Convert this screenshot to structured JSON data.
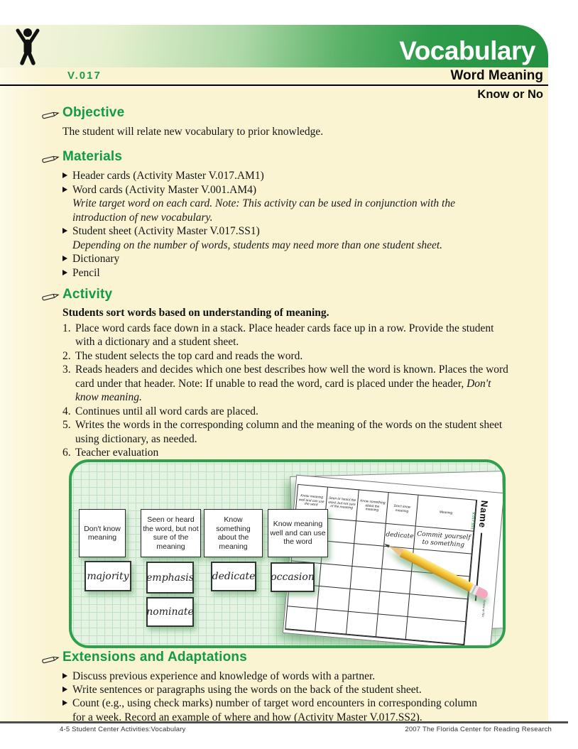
{
  "banner": {
    "title": "Vocabulary"
  },
  "header": {
    "code": "V.017",
    "category": "Word Meaning",
    "activity": "Know or No"
  },
  "sections": {
    "objective": {
      "title": "Objective",
      "body": "The student will relate new vocabulary to prior knowledge."
    },
    "materials": {
      "title": "Materials",
      "items": [
        {
          "text": "Header cards (Activity Master V.017.AM1)"
        },
        {
          "text": "Word cards (Activity Master V.001.AM4)",
          "note": "Write target word on each card. Note: This activity can be used in conjunction with the introduction of new vocabulary."
        },
        {
          "text": "Student sheet (Activity Master V.017.SS1)",
          "note": "Depending on the number of words, students may need more than one student sheet."
        },
        {
          "text": "Dictionary"
        },
        {
          "text": "Pencil"
        }
      ]
    },
    "activity": {
      "title": "Activity",
      "intro": "Students sort words based on understanding of meaning.",
      "steps": [
        {
          "num": "1.",
          "text": "Place word cards face down in a stack. Place header cards face up in a row. Provide the student with a dictionary and a student sheet."
        },
        {
          "num": "2.",
          "text": "The student selects the top card and reads the word."
        },
        {
          "num": "3.",
          "text": "Reads headers and decides which one best describes how well the word is known. Places the word card under that header. Note: If unable to read the word, card is placed under the header, ",
          "em": "Don't know meaning."
        },
        {
          "num": "4.",
          "text": "Continues until all word cards are placed."
        },
        {
          "num": "5.",
          "text": "Writes the words in the corresponding column and the meaning of the words on the student sheet using dictionary, as needed."
        },
        {
          "num": "6.",
          "text": "Teacher evaluation"
        }
      ]
    },
    "extensions": {
      "title": "Extensions and Adaptations",
      "items": [
        {
          "text": "Discuss previous experience and knowledge of words with a partner."
        },
        {
          "text": "Write sentences or paragraphs using the words on the back of the student sheet."
        },
        {
          "text": "Count (e.g., using check marks) number of target word encounters in corresponding column for a week. Record an example of where and how (Activity Master V.017.SS2)."
        }
      ]
    }
  },
  "illustration": {
    "header_cards": [
      "Don't know meaning",
      "Seen or heard the word, but not sure of the meaning",
      "Know something about the meaning",
      "Know meaning well and can use the word"
    ],
    "word_cards": [
      "majority",
      "emphasis",
      "dedicate",
      "occasion",
      "nominate"
    ],
    "student_sheet": {
      "name_label": "Name",
      "code": "V.017.SS1",
      "side_label": "Know or No",
      "columns": [
        "Know meaning well and can use the word",
        "Seen or heard the word, but not sure of the meaning",
        "Know something about the meaning",
        "Don't know meaning",
        "Meaning"
      ],
      "row1": {
        "word": "dedicate",
        "meaning": "Commit yourself to something"
      }
    }
  },
  "footer": {
    "left": "4-5 Student Center Activities:Vocabulary",
    "right": "2007 The Florida Center for Reading Research"
  },
  "colors": {
    "accent_green": "#119b49",
    "banner_green": "#2f9c4b",
    "page_yellow": "#faf4d3",
    "box_border_green": "#2fa14e",
    "grid_green": "#bfe3c0",
    "pencil_yellow": "#f6ca3a",
    "eraser_pink": "#f3a8be"
  }
}
